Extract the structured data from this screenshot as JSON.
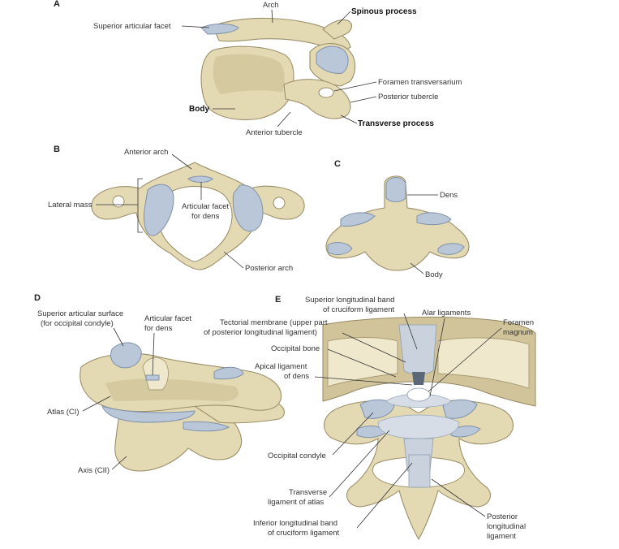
{
  "panels": {
    "A": {
      "letter": "A",
      "labels": {
        "arch": "Arch",
        "spinous_process": "Spinous process",
        "superior_articular_facet": "Superior articular facet",
        "foramen_transversarium": "Foramen transversarium",
        "posterior_tubercle": "Posterior tubercle",
        "body": "Body",
        "transverse_process": "Transverse process",
        "anterior_tubercle": "Anterior tubercle"
      }
    },
    "B": {
      "letter": "B",
      "labels": {
        "anterior_arch": "Anterior arch",
        "lateral_mass": "Lateral mass",
        "articular_facet_line1": "Articular facet",
        "articular_facet_line2": "for dens",
        "posterior_arch": "Posterior arch"
      }
    },
    "C": {
      "letter": "C",
      "labels": {
        "dens": "Dens",
        "body": "Body"
      }
    },
    "D": {
      "letter": "D",
      "labels": {
        "superior_articular_surface_line1": "Superior articular surface",
        "superior_articular_surface_line2": "(for occipital condyle)",
        "articular_facet_line1": "Articular facet",
        "articular_facet_line2": "for dens",
        "atlas": "Atlas (CI)",
        "axis": "Axis (CII)"
      }
    },
    "E": {
      "letter": "E",
      "labels": {
        "superior_band_line1": "Superior longitudinal band",
        "superior_band_line2": "of cruciform ligament",
        "alar_ligaments": "Alar ligaments",
        "tectorial_line1": "Tectorial membrane (upper part",
        "tectorial_line2": "of posterior longitudinal ligament)",
        "foramen_magnum_line1": "Foramen",
        "foramen_magnum_line2": "magnum",
        "occipital_bone": "Occipital bone",
        "apical_line1": "Apical ligament",
        "apical_line2": "of dens",
        "occipital_condyle": "Occipital condyle",
        "transverse_line1": "Transverse",
        "transverse_line2": "ligament of atlas",
        "inferior_band_line1": "Inferior longitudinal band",
        "inferior_band_line2": "of cruciform ligament",
        "posterior_long_line1": "Posterior",
        "posterior_long_line2": "longitudinal",
        "posterior_long_line3": "ligament"
      }
    }
  },
  "colors": {
    "bone": "#e3d9b3",
    "cartilage": "#b9c7d8",
    "ligament": "#d6dde6",
    "text": "#333333"
  }
}
